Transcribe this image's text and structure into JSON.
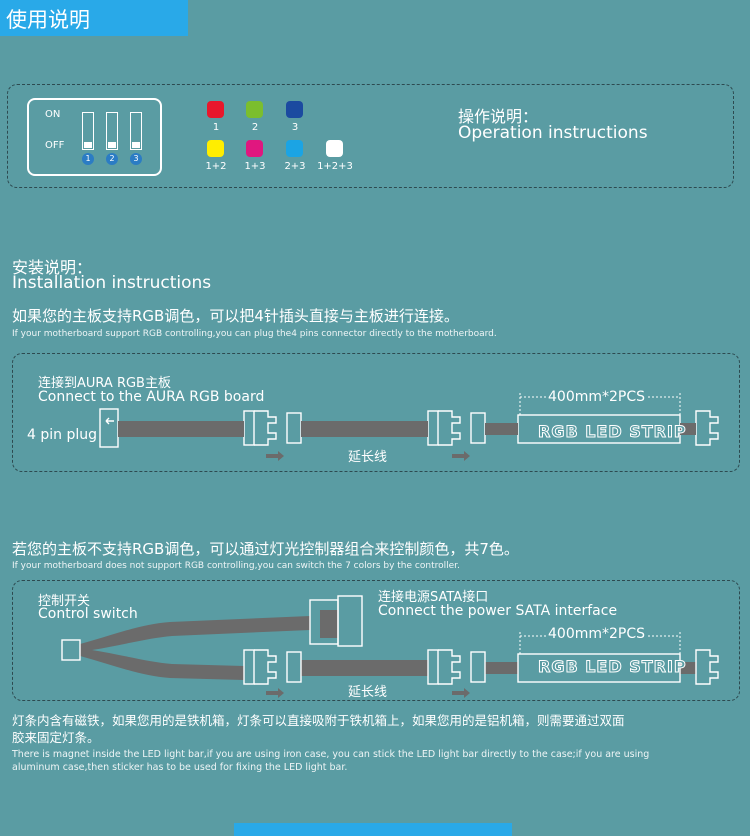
{
  "header": {
    "title": "使用说明"
  },
  "operation": {
    "switch_on": "ON",
    "switch_off": "OFF",
    "switch_numbers": [
      "1",
      "2",
      "3"
    ],
    "title_cn": "操作说明：",
    "title_en": "Operation instructions",
    "colors": [
      {
        "label": "1",
        "hex": "#e8172c"
      },
      {
        "label": "2",
        "hex": "#7bbe2e"
      },
      {
        "label": "3",
        "hex": "#1b4aa0"
      },
      {
        "label": "1+2",
        "hex": "#ffee00"
      },
      {
        "label": "1+3",
        "hex": "#e0177f"
      },
      {
        "label": "2+3",
        "hex": "#1ba4e4"
      },
      {
        "label": "1+2+3",
        "hex": "#ffffff"
      }
    ]
  },
  "installation": {
    "title_cn": "安装说明：",
    "title_en": "Installation instructions",
    "case1": {
      "heading_cn": "如果您的主板支持RGB调色，可以把4针插头直接与主板进行连接。",
      "heading_en": "If your motherboard support RGB controlling,you can plug the4 pins connector directly to the motherboard.",
      "connect_cn": "连接到AURA RGB主板",
      "connect_en": "Connect to the AURA RGB board",
      "plug_label": "4 pin plug",
      "length_label": "400mm*2PCS",
      "strip_label": "RGB LED STRIP",
      "extension_label": "延长线"
    },
    "case2": {
      "heading_cn": "若您的主板不支持RGB调色，可以通过灯光控制器组合来控制颜色，共7色。",
      "heading_en": "If your motherboard does not support RGB controlling,you can switch the 7 colors by the controller.",
      "switch_cn": "控制开关",
      "switch_en": "Control switch",
      "sata_cn": "连接电源SATA接口",
      "sata_en": "Connect the power SATA interface",
      "length_label": "400mm*2PCS",
      "strip_label": "RGB LED STRIP",
      "extension_label": "延长线"
    },
    "note_cn_1": "灯条内含有磁铁，如果您用的是铁机箱，灯条可以直接吸附于铁机箱上，如果您用的是铝机箱，则需要通过双面",
    "note_cn_2": "胶来固定灯条。",
    "note_en_1": "There is magnet inside the LED light bar,if you are using iron case, you can stick the LED light bar directly to the case;if you are using",
    "note_en_2": "aluminum case,then sticker has to be used for fixing the LED light bar."
  }
}
